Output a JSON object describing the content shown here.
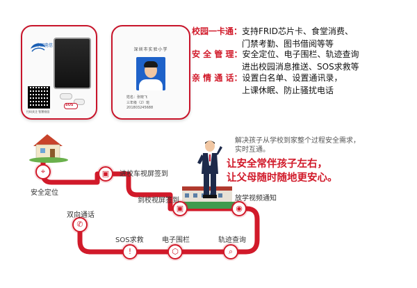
{
  "device_front": {
    "carrier_logo_text": "中国电信",
    "sos_key_label": "SOS",
    "qr_caption": "扫码关注 智慧校园"
  },
  "device_back": {
    "school_name": "深圳市实验小学",
    "name_line": "姓名：张晓飞",
    "class_line": "三年级（2）班",
    "id_line": "201803245688"
  },
  "features": [
    {
      "label": "校园一卡通：",
      "line1": "支持FRID芯片卡、食堂消费、",
      "line2": "门禁考勤、图书借阅等等"
    },
    {
      "label": "安 全 管 理：",
      "line1": "安全定位、电子围栏、轨迹查询",
      "line2": "进出校园消息推送、SOS求救等"
    },
    {
      "label": "亲 情 通 话：",
      "line1": "设置白名单、设置通讯录，",
      "line2": "上课休眠、防止骚扰电话"
    }
  ],
  "promo": {
    "desc_line1": "解决孩子从学校到家整个过程安全需求，",
    "desc_line2": "实时互通。",
    "slogan1": "让安全常伴孩子左右，",
    "slogan2": "让父母随时随地更安心。"
  },
  "route": {
    "home_location": "安全定位",
    "bus_checkin": "进校车视屏签到",
    "school_checkin": "到校视屏签到",
    "school_video": "放学视频通知",
    "two_way_call": "双向通话",
    "sos": "SOS求救",
    "geofence": "电子围栏",
    "track_query": "轨迹查询"
  },
  "colors": {
    "accent": "#d11a2a",
    "route_red": "#d11a2a",
    "carrier_blue": "#1a5fb4"
  }
}
